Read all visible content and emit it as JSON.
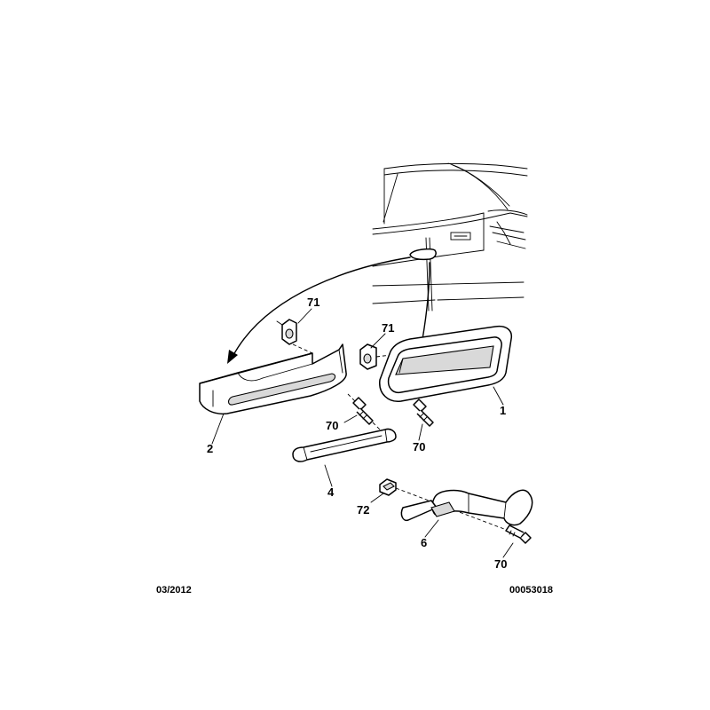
{
  "labels": {
    "door_pull_panel": "1",
    "armrest": "2",
    "grab_handle": "4",
    "assist_handle": "6",
    "screw_a": "70",
    "screw_b": "70",
    "screw_c": "70",
    "clip_a": "71",
    "clip_b": "71",
    "nut_insert": "72"
  },
  "footer": {
    "date": "03/2012",
    "reference": "00053018"
  }
}
